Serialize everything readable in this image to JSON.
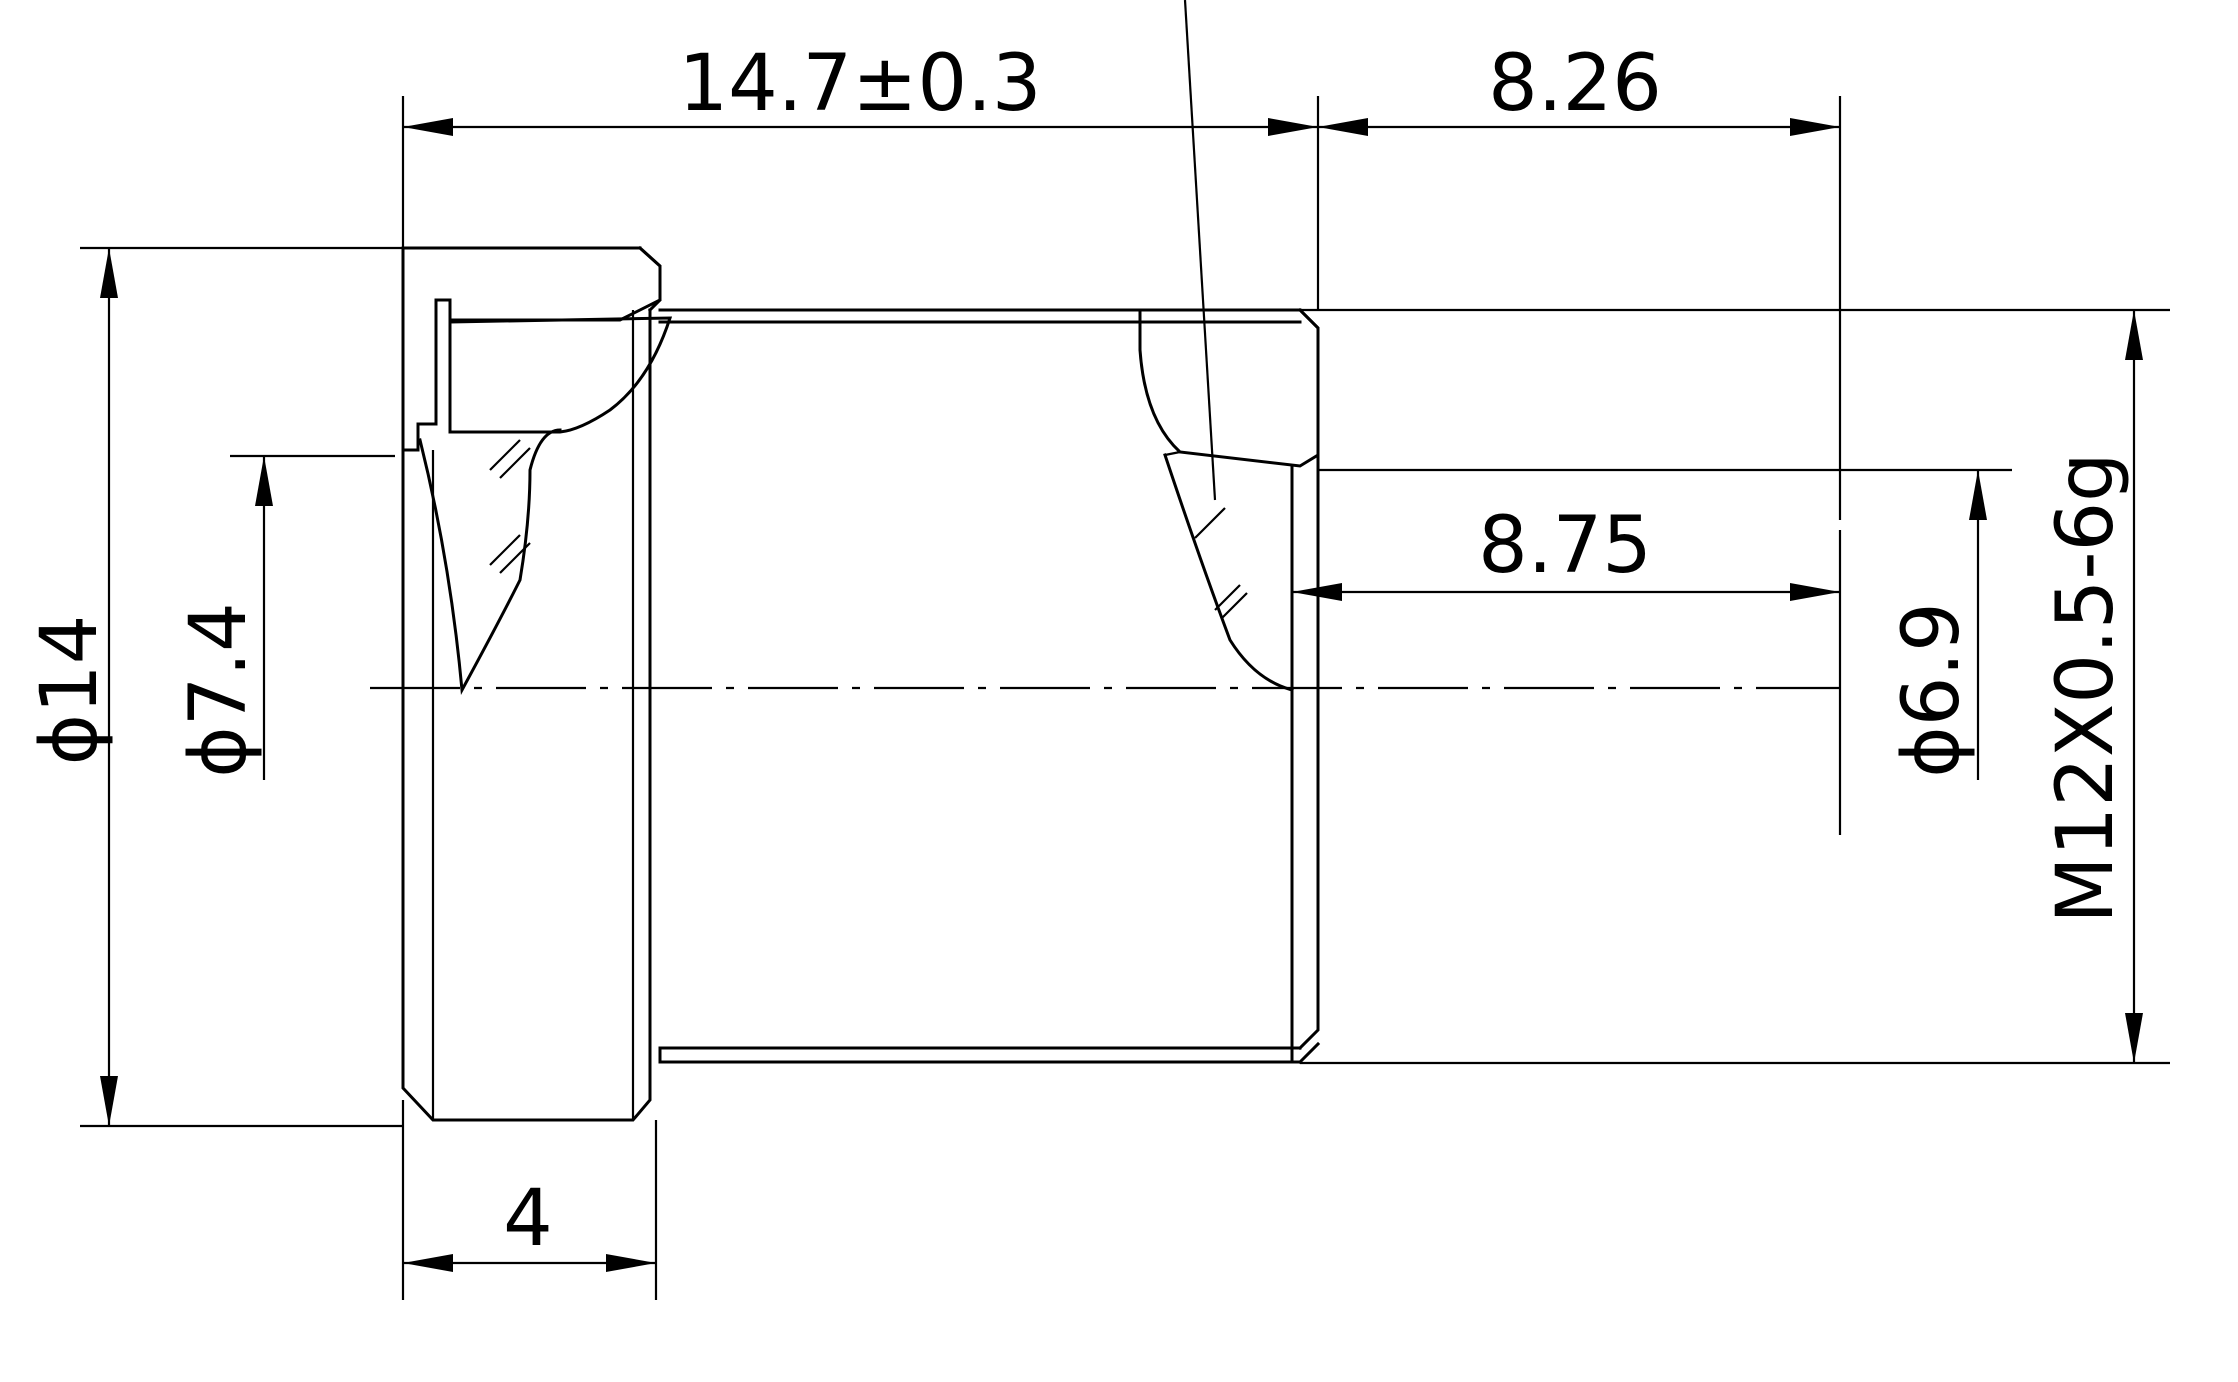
{
  "dimensions": {
    "overall_length": "14.7±0.3",
    "thread_length": "8.26",
    "flange_width": "4",
    "inner_depth": "8.75",
    "outer_diameter": "ϕ14",
    "bore_diameter": "ϕ7.4",
    "lens_diameter": "ϕ6.9",
    "thread_spec": "M12X0.5-6g"
  }
}
